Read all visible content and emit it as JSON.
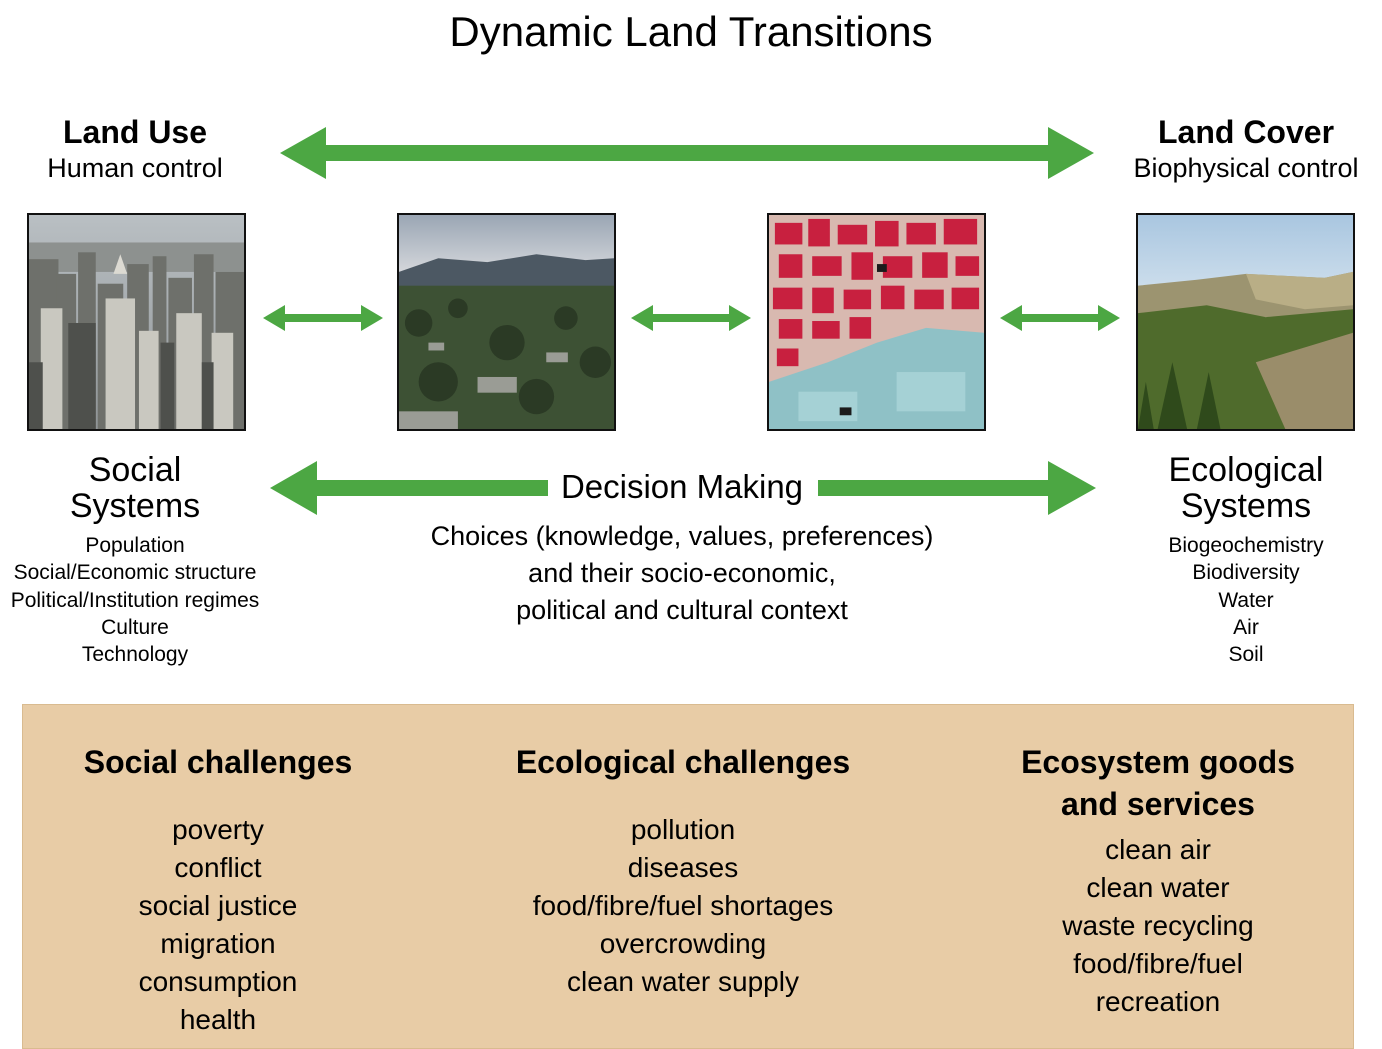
{
  "title": "Dynamic Land Transitions",
  "land_use": {
    "title": "Land Use",
    "subtitle": "Human control"
  },
  "land_cover": {
    "title": "Land Cover",
    "subtitle": "Biophysical control"
  },
  "social_systems": {
    "title_lines": [
      "Social",
      "Systems"
    ],
    "items": [
      "Population",
      "Social/Economic structure",
      "Political/Institution regimes",
      "Culture",
      "Technology"
    ]
  },
  "ecological_systems": {
    "title_lines": [
      "Ecological",
      "Systems"
    ],
    "items": [
      "Biogeochemistry",
      "Biodiversity",
      "Water",
      "Air",
      "Soil"
    ]
  },
  "decision": {
    "label": "Decision Making",
    "lines": [
      "Choices (knowledge, values, preferences)",
      "and their socio-economic,",
      "political and cultural context"
    ]
  },
  "panel": {
    "columns": [
      {
        "title_lines": [
          "Social challenges"
        ],
        "items": [
          "poverty",
          "conflict",
          "social justice",
          "migration",
          "consumption",
          "health"
        ]
      },
      {
        "title_lines": [
          "Ecological challenges"
        ],
        "items": [
          "pollution",
          "diseases",
          "food/fibre/fuel shortages",
          "overcrowding",
          "clean water supply"
        ]
      },
      {
        "title_lines": [
          "Ecosystem goods",
          "and services"
        ],
        "items": [
          "clean air",
          "clean water",
          "waste recycling",
          "food/fibre/fuel",
          "recreation"
        ]
      }
    ]
  },
  "colors": {
    "arrow": "#4ca743",
    "panel": "#e8cca6"
  },
  "photos": [
    "city-skyline-photo",
    "suburban-valley-photo",
    "satellite-cropland-image",
    "forest-canyon-photo"
  ]
}
